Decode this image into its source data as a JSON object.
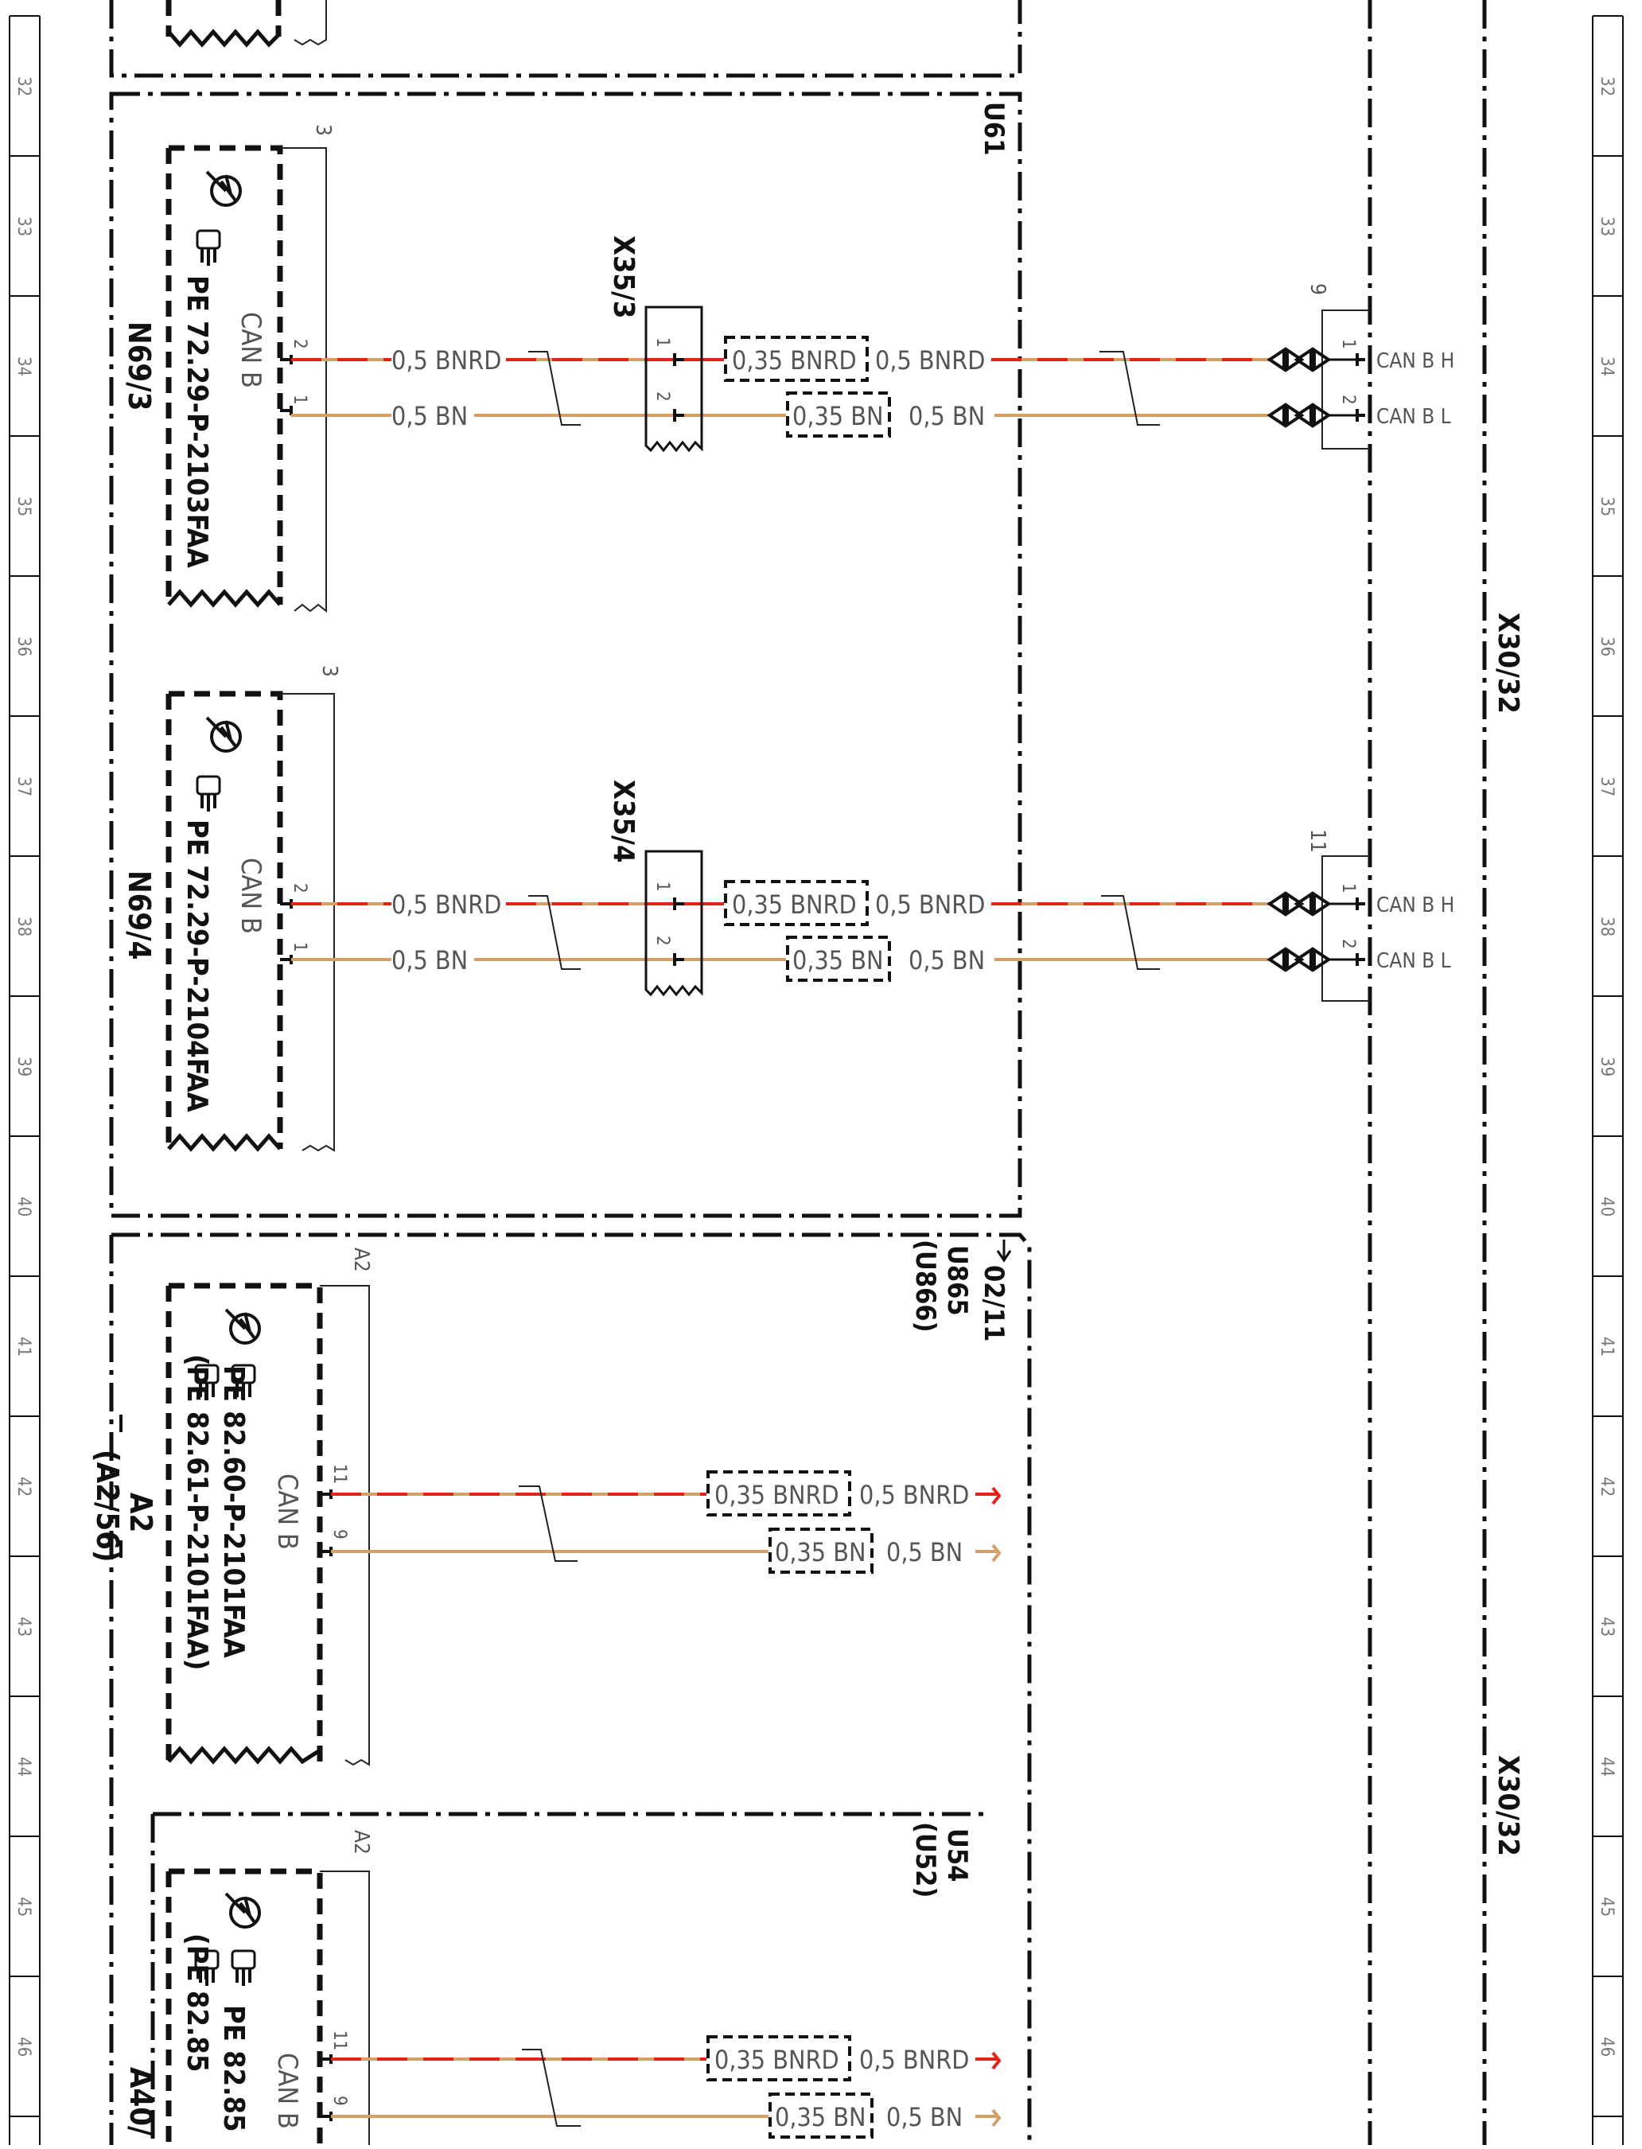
{
  "row_numbers": [
    "32",
    "33",
    "34",
    "35",
    "36",
    "37",
    "38",
    "39",
    "40",
    "41",
    "42",
    "43",
    "44",
    "45",
    "46"
  ],
  "ecus": {
    "n69_3": {
      "id": "N69/3",
      "ref": "PE 72.29-P-2103FAA",
      "bus": "CAN B",
      "shield": "3",
      "pin_h": "2",
      "pin_l": "1"
    },
    "n69_4": {
      "id": "N69/4",
      "ref": "PE 72.29-P-2104FAA",
      "bus": "CAN B",
      "shield": "3",
      "pin_h": "2",
      "pin_l": "1"
    },
    "a2": {
      "id": "A2",
      "alt_id": "(A2/56)",
      "ref": "PE 82.60-P-2101FAA",
      "alt_ref": "(PE 82.61-P-2101FAA)",
      "bus": "CAN B",
      "shield": "A2",
      "pin_h": "11",
      "pin_l": "9"
    },
    "a40": {
      "id": "A40/",
      "ref": "PE 82.85",
      "alt_ref": "(PE 82.85",
      "bus": "CAN B",
      "shield": "A2",
      "pin_h": "11",
      "pin_l": "9"
    }
  },
  "frames": {
    "u61": "U61",
    "u865": "U865",
    "u866": "(U866)",
    "page_ref": "02/11",
    "u54": "U54",
    "u52": "(U52)"
  },
  "connectors": {
    "x35_3": {
      "id": "X35/3",
      "pin1": "1",
      "pin2": "2"
    },
    "x35_4": {
      "id": "X35/4",
      "pin1": "1",
      "pin2": "2"
    },
    "x30_32": "X30/32",
    "x30_32_lower": "X30/32",
    "x30_pins_a": {
      "group": "9",
      "pin1": "1",
      "pin2": "2"
    },
    "x30_pins_b": {
      "group": "11",
      "pin1": "1",
      "pin2": "2"
    },
    "sig_h": "CAN B H",
    "sig_l": "CAN B L"
  },
  "wires": {
    "bnrd_05": "0,5 BNRD",
    "bn_05": "0,5 BN",
    "bnrd_035": "0,35 BNRD",
    "bn_035": "0,35 BN"
  },
  "colors": {
    "bn": "#d4a06a",
    "rd": "#e2231a",
    "ink": "#111111"
  }
}
